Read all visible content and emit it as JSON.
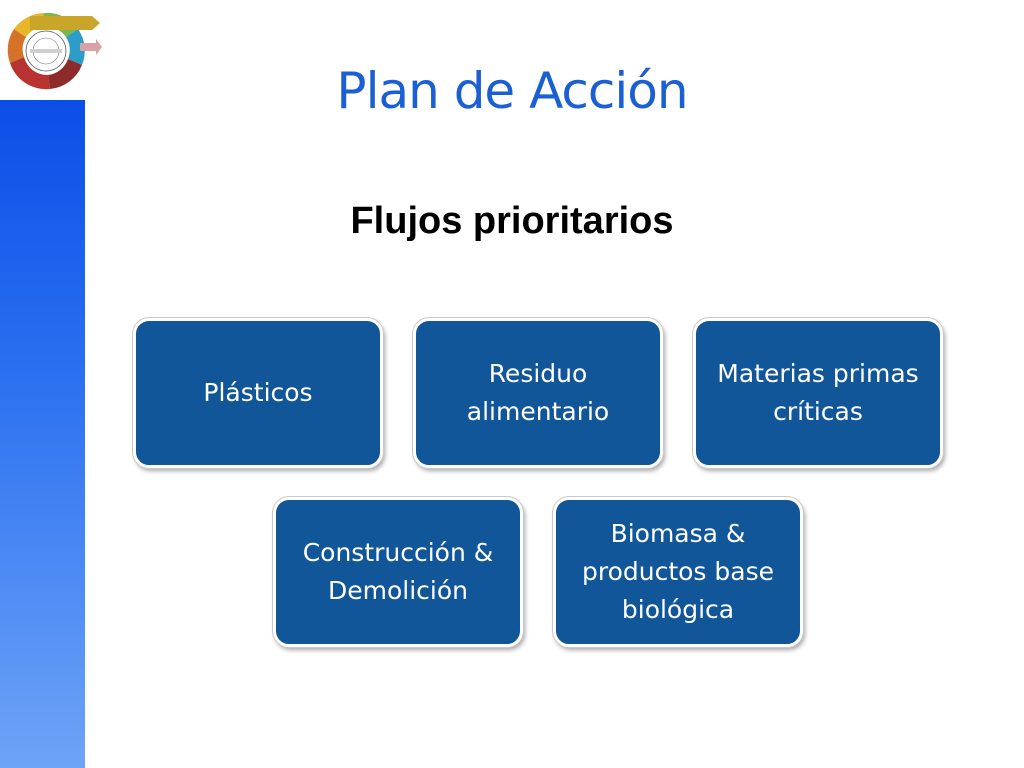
{
  "slide": {
    "title": "Plan de Acción",
    "subtitle": "Flujos prioritarios"
  },
  "tiles": [
    {
      "label": "Plásticos"
    },
    {
      "label": "Residuo alimentario"
    },
    {
      "label": "Materias primas críticas"
    },
    {
      "label": "Construcción & Demolición"
    },
    {
      "label": "Biomasa & productos base biológica"
    }
  ],
  "colors": {
    "title": "#1a5fd3",
    "tile_fill": "#12569a",
    "sidebar_top": "#0a4ee8",
    "sidebar_bottom": "#6ea4f7"
  },
  "logo": {
    "icon": "circular-economy-cycle-icon"
  }
}
